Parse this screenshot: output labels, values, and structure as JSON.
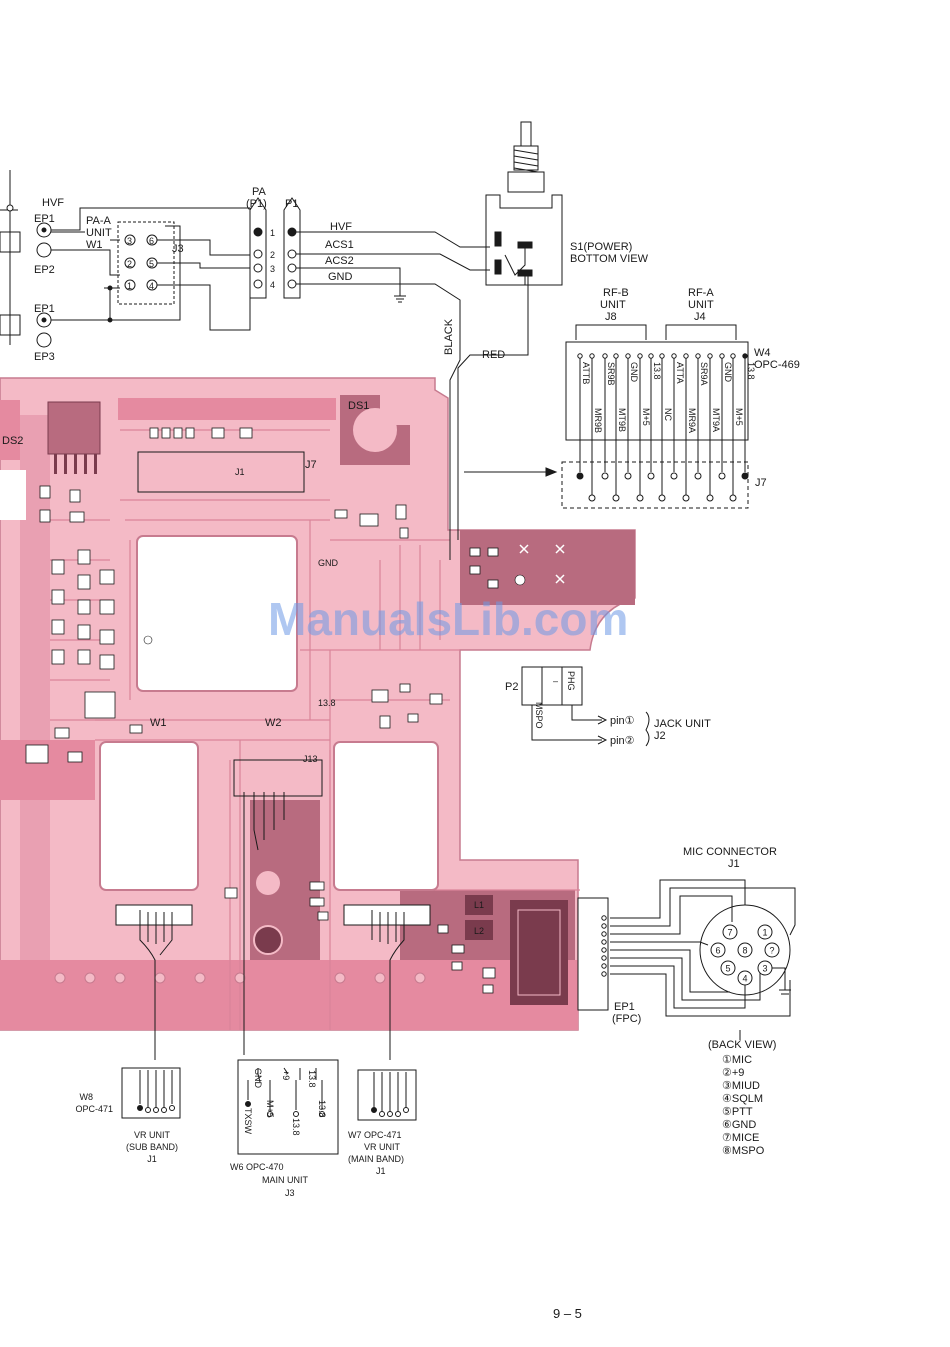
{
  "colors": {
    "pcb": "#f1aebd",
    "pcb_dark": "#b86b7f",
    "pcb_mid": "#e58aa0",
    "line": "#1a1a1a",
    "watermark": "#6f9ae6"
  },
  "watermark": "ManualsLib.com",
  "page_number": "9 – 5",
  "top_left": {
    "hvf": "HVF",
    "ep1_top": "EP1",
    "ep2": "EP2",
    "ep1_bottom": "EP1",
    "ep3": "EP3",
    "paa_unit": [
      "PA-A",
      "UNIT",
      "W1"
    ],
    "j3": "J3",
    "j3_pins": [
      "3",
      "6",
      "2",
      "5",
      "1",
      "4"
    ]
  },
  "pa": {
    "title": [
      "PA",
      "(P1)"
    ],
    "pins": [
      "1",
      "2",
      "3",
      "4"
    ]
  },
  "p1": {
    "title": "P1",
    "signals": [
      "HVF",
      "ACS1",
      "ACS2",
      "GND"
    ]
  },
  "wires": {
    "black": "BLACK",
    "red": "RED"
  },
  "switch": {
    "label": [
      "S1(POWER)",
      "BOTTOM VIEW"
    ]
  },
  "rf": {
    "rfb": [
      "RF-B",
      "UNIT",
      "J8"
    ],
    "rfa": [
      "RF-A",
      "UNIT",
      "J4"
    ],
    "w4": [
      "W4",
      "OPC-469"
    ],
    "upper": [
      "ATTB",
      "SR9B",
      "GND",
      "13.8",
      "ATTA",
      "SR9A",
      "GND",
      "13.8"
    ],
    "lower": [
      "MR9B",
      "MT9B",
      "M+5",
      "NC",
      "MR9A",
      "MT9A",
      "M+5"
    ],
    "j7": "J7"
  },
  "pcb": {
    "ds1": "DS1",
    "ds2": "DS2",
    "j1": "J1",
    "j7": "J7",
    "gnd": "GND",
    "v138": "13.8",
    "w1": "W1",
    "w2": "W2",
    "j13": "J13",
    "l1": "L1",
    "l2": "L2"
  },
  "p2": {
    "title": "P2",
    "pins": [
      "MSPO",
      "–",
      "PHG"
    ],
    "pin1": "pin①",
    "pin2": "pin②",
    "jack": [
      "JACK UNIT",
      "J2"
    ]
  },
  "mic": {
    "title": [
      "MIC CONNECTOR",
      "J1"
    ],
    "pins": [
      "7",
      "1",
      "6",
      "8",
      "?",
      "5",
      "4",
      "3"
    ],
    "ep1": [
      "EP1",
      "(FPC)"
    ],
    "back_view": "(BACK VIEW)",
    "legend": [
      "①MIC",
      "②+9",
      "③MIUD",
      "④SQLM",
      "⑤PTT",
      "⑥GND",
      "⑦MICE",
      "⑧MSPO"
    ]
  },
  "w8": {
    "label": [
      "W8",
      "OPC-471"
    ],
    "unit": [
      "VR UNIT",
      "(SUB BAND)",
      "J1"
    ]
  },
  "w6": {
    "upper": [
      "GND",
      "+9",
      "13.8"
    ],
    "lower": [
      "TXSW",
      "M+5",
      "13.8",
      "13.8"
    ],
    "label": [
      "W6 OPC-470",
      "MAIN UNIT",
      "J3"
    ]
  },
  "w7": {
    "label": [
      "W7 OPC-471",
      "VR UNIT",
      "(MAIN BAND)",
      "J1"
    ]
  }
}
